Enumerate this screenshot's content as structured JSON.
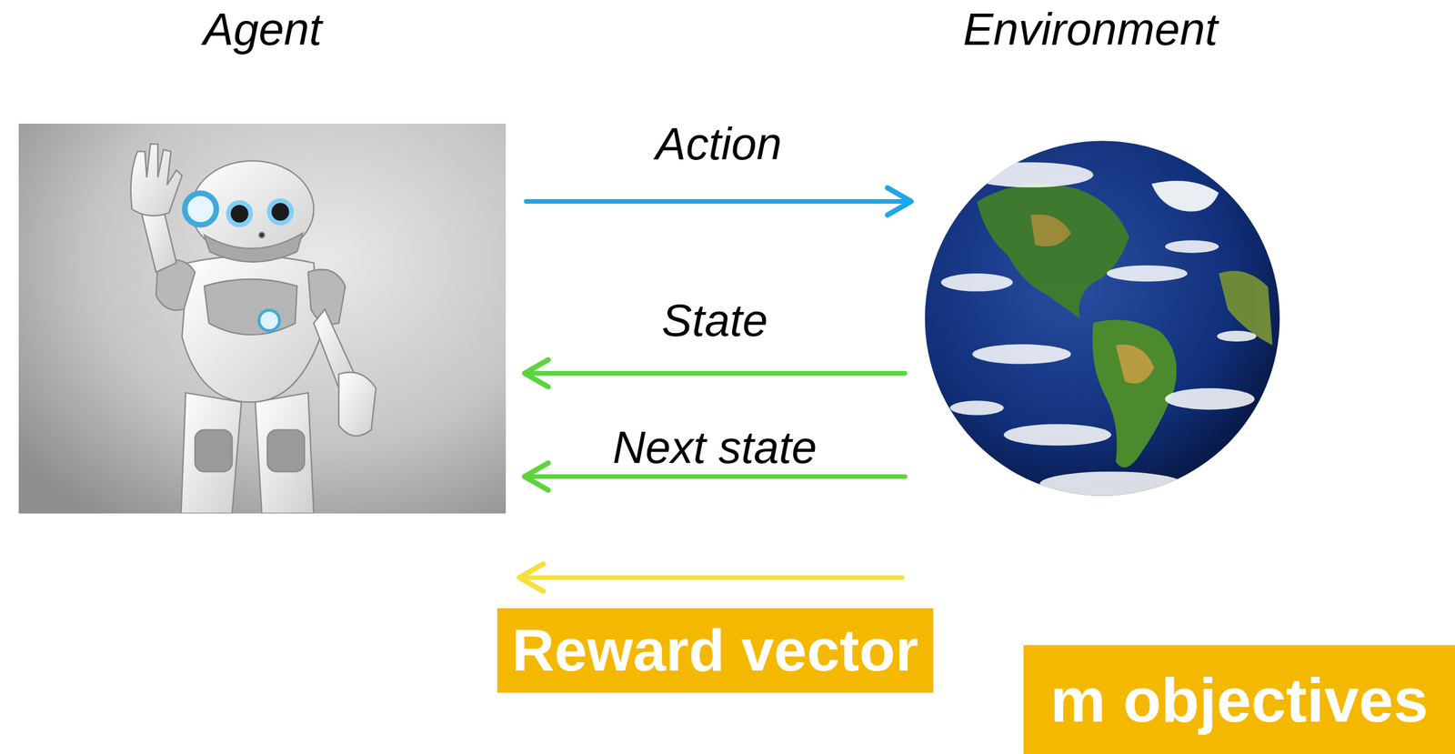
{
  "diagram": {
    "nodes": [
      {
        "text": [
          "Agent"
        ]
      },
      {
        "text": [
          "Environment"
        ]
      },
      {
        "text": [
          "Reward vector"
        ]
      },
      {
        "text": [
          "m objectives"
        ]
      }
    ],
    "edges": [
      {
        "from": 0,
        "to": 1,
        "label": "Action",
        "arrow": "to"
      },
      {
        "from": 1,
        "to": 0,
        "label": "State",
        "arrow": "to"
      },
      {
        "from": 1,
        "to": 0,
        "label": "Next state",
        "arrow": "to"
      },
      {
        "from": 1,
        "to": 0,
        "arrow": "to"
      }
    ]
  }
}
